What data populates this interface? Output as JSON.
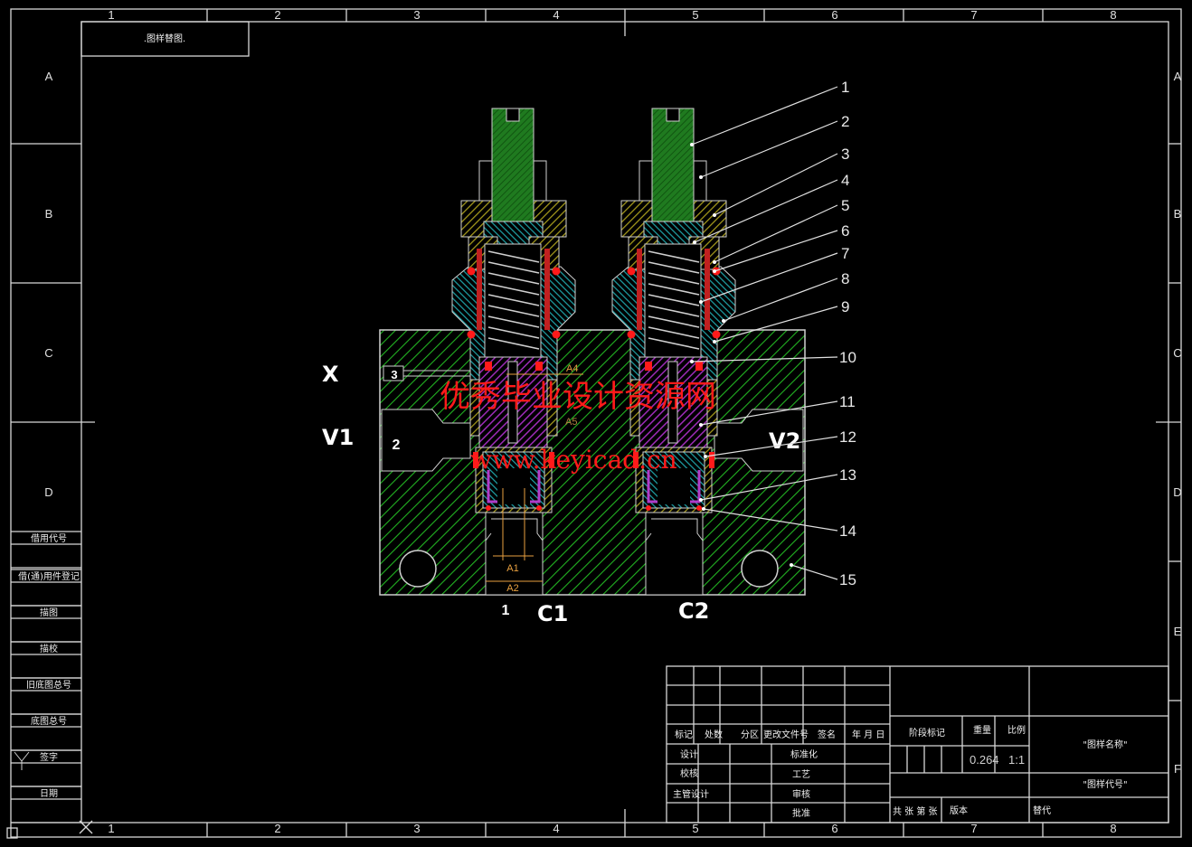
{
  "frame": {
    "columns": [
      "1",
      "2",
      "3",
      "4",
      "5",
      "6",
      "7",
      "8"
    ],
    "rows_left": [
      "A",
      "B",
      "C",
      "D"
    ],
    "rows_right": [
      "A",
      "B",
      "C",
      "D",
      "E",
      "F"
    ],
    "top_left_box": ".图样替图."
  },
  "side_table": [
    "借用代号",
    "借(通)用件登记",
    "描图",
    "描校",
    "旧底图总号",
    "底图总号",
    "签字",
    "日期"
  ],
  "drawing": {
    "ports": {
      "x": "X",
      "v1": "V1",
      "v2": "V2",
      "c1": "C1",
      "c2": "C2",
      "p1": "1",
      "p2": "2",
      "p3": "3"
    },
    "dims": {
      "a1": "A1",
      "a2": "A2",
      "a4": "A4",
      "a5": "A5"
    },
    "part_numbers": [
      "1",
      "2",
      "3",
      "4",
      "5",
      "6",
      "7",
      "8",
      "9",
      "10",
      "11",
      "12",
      "13",
      "14",
      "15"
    ]
  },
  "watermark": {
    "line1": "优秀毕业设计资源网",
    "line2": "www.keyicad.cn"
  },
  "title_block": {
    "h_mark": "标记",
    "h_count": "处数",
    "h_zone": "分区",
    "h_doc": "更改文件号",
    "h_sign": "签名",
    "h_date": "年 月 日",
    "design": "设计",
    "standard": "标准化",
    "check": "校核",
    "process": "工艺",
    "chief": "主管设计",
    "review": "审核",
    "approve": "批准",
    "stage": "阶段标记",
    "weight_label": "重量",
    "scale_label": "比例",
    "weight": "0.264",
    "scale": "1:1",
    "sheets": "共 张 第 张",
    "version": "版本",
    "replace": "替代",
    "drawing_name": "\"图样名称\"",
    "drawing_code": "\"图样代号\""
  }
}
